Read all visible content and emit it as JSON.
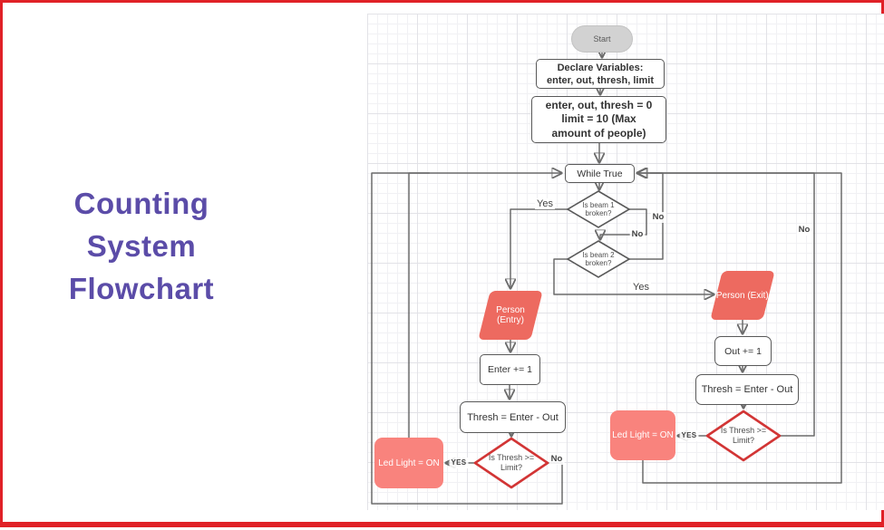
{
  "page": {
    "title_lines": [
      "Counting",
      "System",
      "Flowchart"
    ],
    "title_color": "#5b4ca8",
    "border_color": "#e02127"
  },
  "flowchart": {
    "nodes": {
      "start": {
        "label": "Start"
      },
      "declare": {
        "lines": [
          "Declare Variables:",
          "enter, out, thresh, limit"
        ]
      },
      "init": {
        "lines": [
          "enter, out, thresh = 0",
          "limit = 10 (Max",
          "amount of people)"
        ]
      },
      "while_true": {
        "label": "While True"
      },
      "beam1": {
        "lines": [
          "Is beam 1",
          "broken?"
        ]
      },
      "beam2": {
        "lines": [
          "Is beam 2",
          "broken?"
        ]
      },
      "person_entry": {
        "label": "Person (Entry)"
      },
      "enter_inc": {
        "label": "Enter += 1"
      },
      "thresh_calc_left": {
        "label": "Thresh = Enter - Out"
      },
      "thresh_check_left": {
        "lines": [
          "Is Thresh >=",
          "Limit?"
        ]
      },
      "led_left": {
        "label": "Led Light = ON"
      },
      "person_exit": {
        "label": "Person (Exit)"
      },
      "out_inc": {
        "label": "Out += 1"
      },
      "thresh_calc_right": {
        "label": "Thresh = Enter - Out"
      },
      "thresh_check_right": {
        "lines": [
          "Is Thresh >=",
          "Limit?"
        ]
      },
      "led_right": {
        "label": "Led Light = ON"
      }
    },
    "edge_labels": {
      "beam1_yes": "Yes",
      "beam1_no": "No",
      "beam2_yes": "Yes",
      "beam2_no": "No",
      "left_yes": "YES",
      "left_no": "No",
      "right_yes": "YES",
      "right_no": "No"
    },
    "colors": {
      "shape_red": "#ed6a60",
      "led_red": "#f9837d",
      "diamond_border": "#d23535",
      "node_border": "#595959",
      "line": "#6b6b6b",
      "start_fill": "#d2d2d2",
      "grid_minor": "#f1f1f4",
      "grid_major": "#e2e2e7"
    }
  }
}
